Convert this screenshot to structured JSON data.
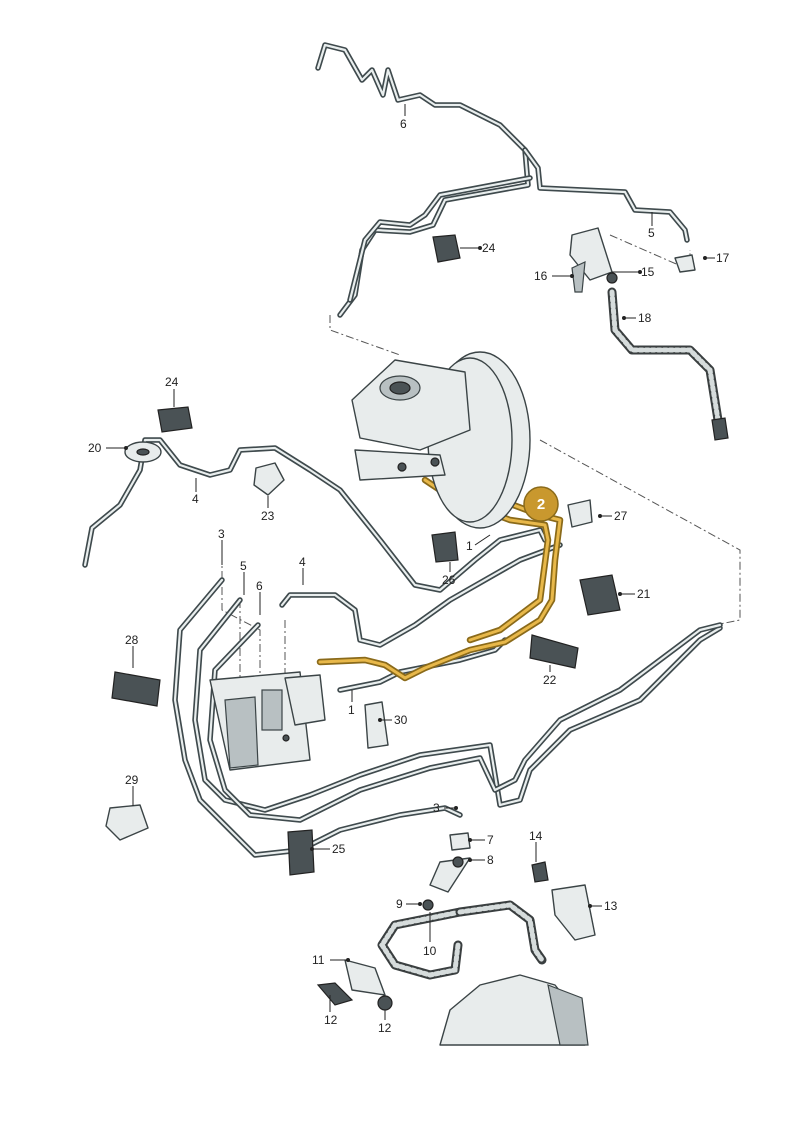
{
  "highlight_badge": "2",
  "callouts": {
    "c1a": "1",
    "c1b": "1",
    "c2": "2",
    "c3a": "3",
    "c3b": "3",
    "c4a": "4",
    "c4b": "4",
    "c5a": "5",
    "c5b": "5",
    "c6a": "6",
    "c6b": "6",
    "c7": "7",
    "c8": "8",
    "c9": "9",
    "c10": "10",
    "c11": "11",
    "c12a": "12",
    "c12b": "12",
    "c13": "13",
    "c14": "14",
    "c15": "15",
    "c16": "16",
    "c17": "17",
    "c18": "18",
    "c20": "20",
    "c21": "21",
    "c22": "22",
    "c23": "23",
    "c24a": "24",
    "c24b": "24",
    "c25": "25",
    "c26": "26",
    "c27": "27",
    "c28": "28",
    "c29": "29",
    "c30": "30"
  },
  "colors": {
    "highlight_pipe": "#e8b84a",
    "badge": "#c9982e",
    "pipe": "#3f4a4d"
  }
}
